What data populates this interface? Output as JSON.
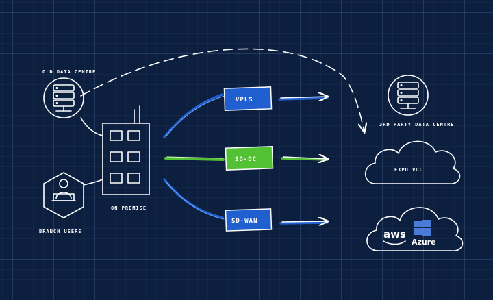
{
  "nodes": {
    "old_dc": "OLD DATA CENTRE",
    "third_party_dc": "3RD PARTY DATA CENTRE",
    "on_premise": "ON PREMISE",
    "branch_users": "BRANCH USERS",
    "expo_vdc": "EXPO VDC"
  },
  "links": {
    "vpls": "VPLS",
    "sd_dc": "SD-DC",
    "sd_wan": "SD-WAN"
  },
  "clouds": {
    "aws": "aws",
    "azure": "Azure"
  },
  "colors": {
    "background": "#0c1f3f",
    "blue": "#1f5fd0",
    "green": "#52c234",
    "white": "#ffffff"
  }
}
